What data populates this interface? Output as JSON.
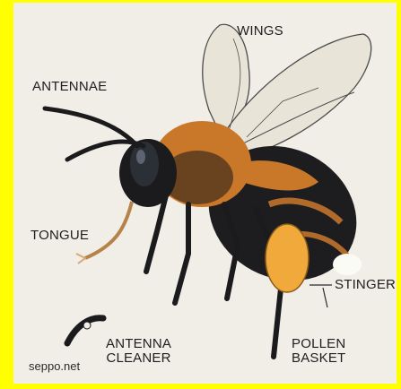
{
  "labels": {
    "wings": "WINGS",
    "antennae": "ANTENNAE",
    "tongue": "TONGUE",
    "stinger": "STINGER",
    "antenna_cleaner": [
      "ANTENNA",
      "CLEANER"
    ],
    "pollen_basket": [
      "POLLEN",
      "BASKET"
    ]
  },
  "credit": "seppo.net",
  "colors": {
    "border": "#ffff00",
    "background": "#f1eee8",
    "fur": "#c9782a",
    "body_dark": "#1b1b1d",
    "pollen": "#f0a93a",
    "wing": "#e8e3d6"
  }
}
